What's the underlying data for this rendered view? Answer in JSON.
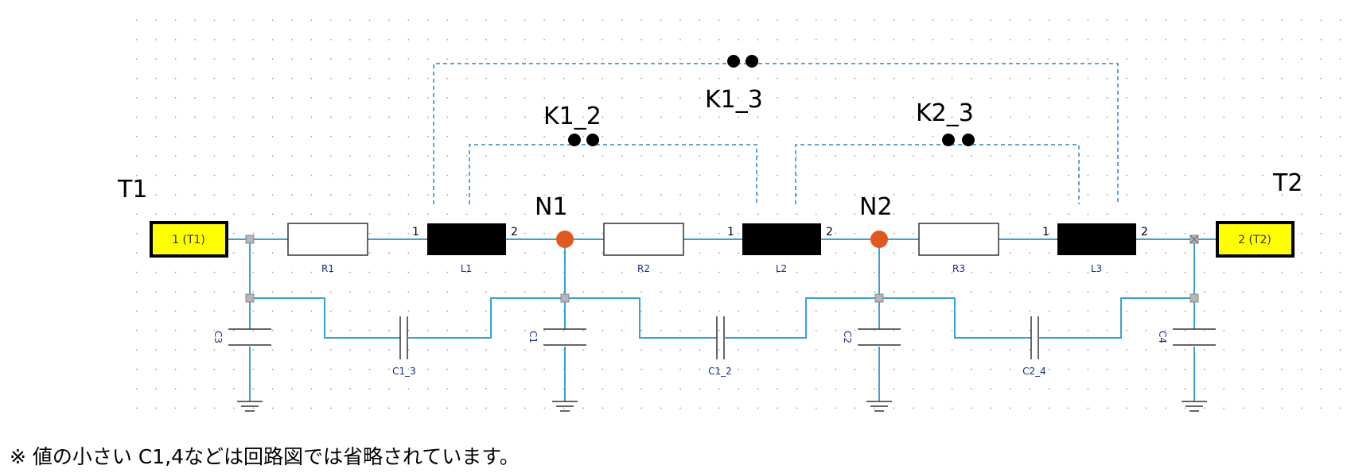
{
  "labels": {
    "T1": "T1",
    "T2": "T2",
    "N1": "N1",
    "N2": "N2",
    "K1_2": "K1_2",
    "K1_3": "K1_3",
    "K2_3": "K2_3"
  },
  "terminals": {
    "t1_text": "1 (T1)",
    "t2_text": "2 (T2)"
  },
  "components": {
    "R1": "R1",
    "R2": "R2",
    "R3": "R3",
    "L1": "L1",
    "L2": "L2",
    "L3": "L3",
    "C1": "C1",
    "C2": "C2",
    "C3": "C3",
    "C4": "C4",
    "C1_3": "C1_3",
    "C1_2": "C1_2",
    "C2_4": "C2_4"
  },
  "pins": {
    "p1": "1",
    "p2": "2"
  },
  "note": "※ 値の小さい C1,4などは回路図では省略されています。",
  "colors": {
    "wire": "#3aa0d8",
    "dashed": "#2a86c0",
    "node": "#e2571d",
    "terminal_fill": "#ffff00",
    "inductor": "#000000",
    "text_small": "#1c2a8c"
  }
}
